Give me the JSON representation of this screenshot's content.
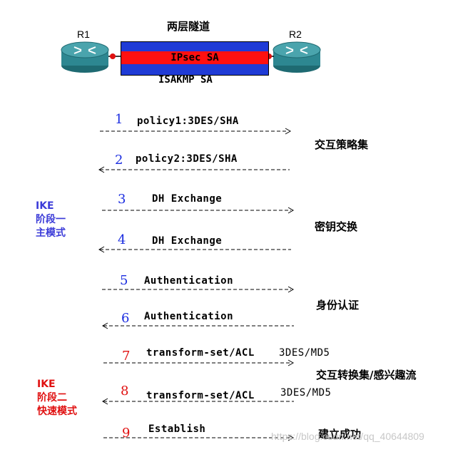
{
  "top": {
    "title": "两层隧道",
    "router_left": "R1",
    "router_right": "R2",
    "inner_sa": "IPsec SA",
    "outer_sa": "ISAKMP SA"
  },
  "phases": [
    {
      "label_line1": "IKE",
      "label_line2": "阶段一",
      "label_line3": "主模式",
      "color": "#3b3bd8"
    },
    {
      "label_line1": "IKE",
      "label_line2": "阶段二",
      "label_line3": "快速模式",
      "color": "#e01010"
    }
  ],
  "steps": [
    {
      "num": "1",
      "text": "policy1:3DES/SHA",
      "direction": "right"
    },
    {
      "num": "2",
      "text": "policy2:3DES/SHA",
      "direction": "left"
    },
    {
      "num": "3",
      "text": "DH Exchange",
      "direction": "right"
    },
    {
      "num": "4",
      "text": "DH Exchange",
      "direction": "left"
    },
    {
      "num": "5",
      "text": "Authentication",
      "direction": "right"
    },
    {
      "num": "6",
      "text": "Authentication",
      "direction": "left"
    },
    {
      "num": "7",
      "text": "transform-set/ACL",
      "extra": "3DES/MD5",
      "direction": "right"
    },
    {
      "num": "8",
      "text": "transform-set/ACL",
      "extra": "3DES/MD5",
      "direction": "left"
    },
    {
      "num": "9",
      "text": "Establish",
      "direction": "right"
    }
  ],
  "descriptions": [
    "交互策略集",
    "密钥交换",
    "身份认证",
    "交互转换集/感兴趣流",
    "建立成功"
  ],
  "watermark": "https://blog.csdn.net/qq_40644809"
}
